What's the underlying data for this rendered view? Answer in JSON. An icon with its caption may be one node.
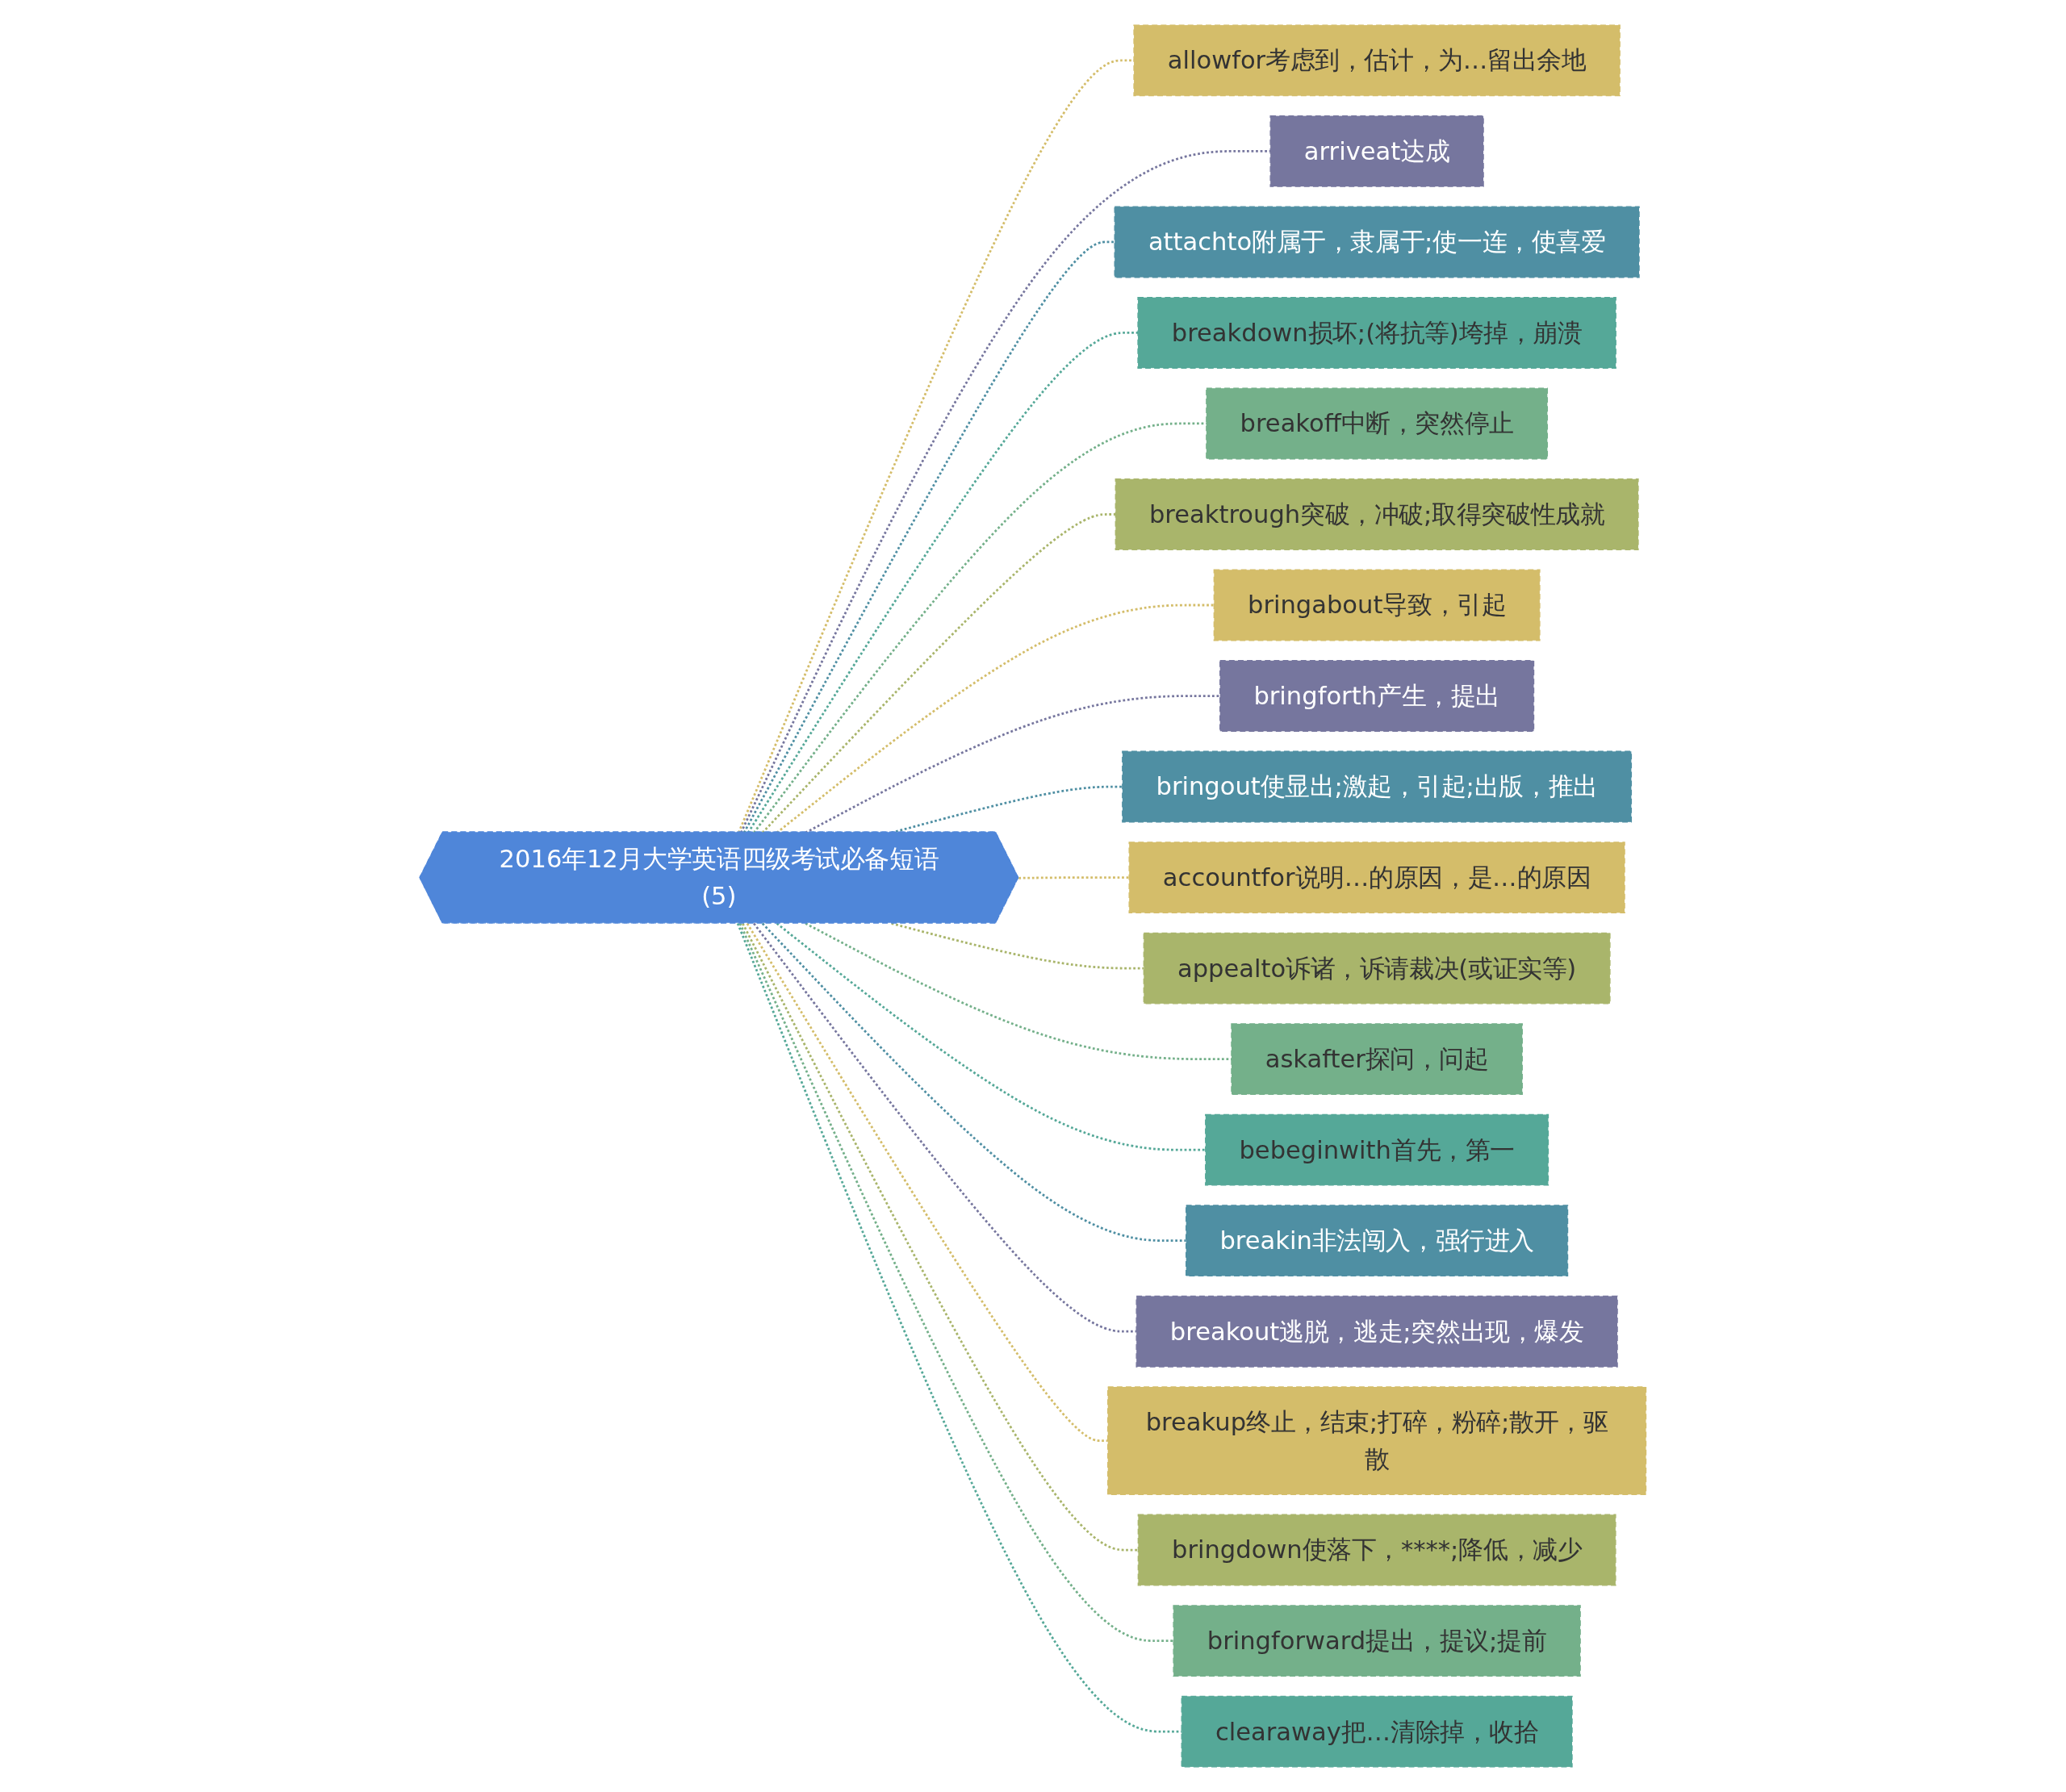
{
  "diagram": {
    "nodes": [
      {
        "text": [
          "2016年12月大学英语四级考试必备短语(5)"
        ]
      },
      {
        "text": [
          "allowfor考虑到，估计，为…留出余地"
        ]
      },
      {
        "text": [
          "arriveat达成"
        ]
      },
      {
        "text": [
          "attachto附属于，隶属于;使一连，使喜爱"
        ]
      },
      {
        "text": [
          "breakdown损坏;(将抗等)垮掉，崩溃"
        ]
      },
      {
        "text": [
          "breakoff中断，突然停止"
        ]
      },
      {
        "text": [
          "breaktrough突破，冲破;取得突破性成就"
        ]
      },
      {
        "text": [
          "bringabout导致，引起"
        ]
      },
      {
        "text": [
          "bringforth产生，提出"
        ]
      },
      {
        "text": [
          "bringout使显出;激起，引起;出版，推出"
        ]
      },
      {
        "text": [
          "accountfor说明…的原因，是…的原因"
        ]
      },
      {
        "text": [
          "appealto诉诸，诉请裁决(或证实等)"
        ]
      },
      {
        "text": [
          "askafter探问，问起"
        ]
      },
      {
        "text": [
          "bebeginwith首先，第一"
        ]
      },
      {
        "text": [
          "breakin非法闯入，强行进入"
        ]
      },
      {
        "text": [
          "breakout逃脱，逃走;突然出现，爆发"
        ]
      },
      {
        "text": [
          "breakup终止，结束;打碎，粉碎;散开，驱散"
        ]
      },
      {
        "text": [
          "bringdown使落下，****;降低，减少"
        ]
      },
      {
        "text": [
          "bringforward提出，提议;提前"
        ]
      },
      {
        "text": [
          "clearaway把…清除掉，收拾"
        ]
      }
    ],
    "edges": [
      {
        "from": 0,
        "to": 1,
        "arrow": "none",
        "style": "dashed",
        "color": "#d4bd6a"
      },
      {
        "from": 0,
        "to": 2,
        "arrow": "none",
        "style": "dashed",
        "color": "#76769e"
      },
      {
        "from": 0,
        "to": 3,
        "arrow": "none",
        "style": "dashed",
        "color": "#4f8fa3"
      },
      {
        "from": 0,
        "to": 4,
        "arrow": "none",
        "style": "dashed",
        "color": "#55a898"
      },
      {
        "from": 0,
        "to": 5,
        "arrow": "none",
        "style": "dashed",
        "color": "#74b08a"
      },
      {
        "from": 0,
        "to": 6,
        "arrow": "none",
        "style": "dashed",
        "color": "#a9b56b"
      },
      {
        "from": 0,
        "to": 7,
        "arrow": "none",
        "style": "dashed",
        "color": "#d4bd6a"
      },
      {
        "from": 0,
        "to": 8,
        "arrow": "none",
        "style": "dashed",
        "color": "#76769e"
      },
      {
        "from": 0,
        "to": 9,
        "arrow": "none",
        "style": "dashed",
        "color": "#4f8fa3"
      },
      {
        "from": 0,
        "to": 10,
        "arrow": "none",
        "style": "dashed",
        "color": "#d4bd6a"
      },
      {
        "from": 0,
        "to": 11,
        "arrow": "none",
        "style": "dashed",
        "color": "#a9b56b"
      },
      {
        "from": 0,
        "to": 12,
        "arrow": "none",
        "style": "dashed",
        "color": "#74b08a"
      },
      {
        "from": 0,
        "to": 13,
        "arrow": "none",
        "style": "dashed",
        "color": "#55a898"
      },
      {
        "from": 0,
        "to": 14,
        "arrow": "none",
        "style": "dashed",
        "color": "#4f8fa3"
      },
      {
        "from": 0,
        "to": 15,
        "arrow": "none",
        "style": "dashed",
        "color": "#76769e"
      },
      {
        "from": 0,
        "to": 16,
        "arrow": "none",
        "style": "dashed",
        "color": "#d4bd6a"
      },
      {
        "from": 0,
        "to": 17,
        "arrow": "none",
        "style": "dashed",
        "color": "#a9b56b"
      },
      {
        "from": 0,
        "to": 18,
        "arrow": "none",
        "style": "dashed",
        "color": "#74b08a"
      },
      {
        "from": 0,
        "to": 19,
        "arrow": "none",
        "style": "dashed",
        "color": "#55a898"
      }
    ]
  }
}
